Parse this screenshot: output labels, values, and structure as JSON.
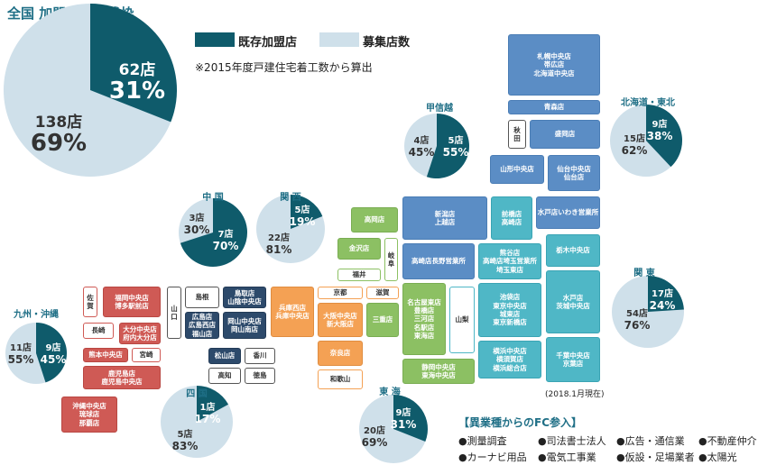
{
  "title": "全国 加盟店数と残枠",
  "colors": {
    "existing": "#0f5b6b",
    "recruit": "#cfe0ea",
    "accent": "#1f6f86"
  },
  "legend": {
    "existing": "既存加盟店",
    "recruit": "募集店数"
  },
  "note": "※2015年度戸建住宅着工数から算出",
  "date_note": "(2018.1月現在)",
  "regions": {
    "national": {
      "name": "",
      "existing": "62店",
      "existing_pct": "31%",
      "recruit": "138店",
      "recruit_pct": "69%",
      "value": 31
    },
    "koshinetsu": {
      "name": "甲信越",
      "existing": "5店",
      "existing_pct": "55%",
      "recruit": "4店",
      "recruit_pct": "45%",
      "value": 55
    },
    "hokkaido": {
      "name": "北海道・東北",
      "existing": "9店",
      "existing_pct": "38%",
      "recruit": "15店",
      "recruit_pct": "62%",
      "value": 38
    },
    "chugoku": {
      "name": "中 国",
      "existing": "7店",
      "existing_pct": "70%",
      "recruit": "3店",
      "recruit_pct": "30%",
      "value": 70
    },
    "kansai": {
      "name": "関 西",
      "existing": "5店",
      "existing_pct": "19%",
      "recruit": "22店",
      "recruit_pct": "81%",
      "value": 19
    },
    "kanto": {
      "name": "関 東",
      "existing": "17店",
      "existing_pct": "24%",
      "recruit": "54店",
      "recruit_pct": "76%",
      "value": 24
    },
    "kyushu": {
      "name": "九州・沖縄",
      "existing": "9店",
      "existing_pct": "45%",
      "recruit": "11店",
      "recruit_pct": "55%",
      "value": 45
    },
    "shikoku": {
      "name": "四 国",
      "existing": "1店",
      "existing_pct": "17%",
      "recruit": "5店",
      "recruit_pct": "83%",
      "value": 17
    },
    "tokai": {
      "name": "東 海",
      "existing": "9店",
      "existing_pct": "31%",
      "recruit": "20店",
      "recruit_pct": "69%",
      "value": 31
    }
  },
  "shops": {
    "sapporo": "札幌中央店\n帯広店\n北海道中央店",
    "aomori": "青森店",
    "akita": "秋\n田",
    "morioka": "盛岡店",
    "yamagata": "山形中央店",
    "sendai": "仙台中央店\n仙台店",
    "niigata": "新潟店\n上越店",
    "maebashi": "前橋店\n高崎店",
    "mito_iwaki": "水戸店いわき営業所",
    "takaoka": "高岡店",
    "kanazawa": "金沢店",
    "gifu": "岐\n阜",
    "fukui": "福井",
    "nagano": "高崎店長野営業所",
    "kumagaya": "熊谷店\n高崎店埼玉営業所\n埼玉東店",
    "tochigi": "栃木中央店",
    "kyoto": "京都",
    "shiga": "滋賀",
    "osaka": "大阪中央店\n新大阪店",
    "mie": "三重店",
    "nagoya": "名古屋東店\n豊橋店\n三河店\n名駅店\n東海店",
    "yamanashi": "山梨",
    "ikebukuro": "池袋店\n東京中央店\n城東店\n東京新橋店",
    "mito": "水戸店\n茨城中央店",
    "nara": "奈良店",
    "wakayama": "和歌山",
    "shizuoka": "静岡中央店\n東海中央店",
    "yokohama": "横浜中央店\n横須賀店\n横浜総合店",
    "chiba": "千葉中央店\n京葉店",
    "hyogo": "兵庫西店\n兵庫中央店",
    "tottori": "鳥取店\n山陰中央店",
    "shimane": "島根",
    "hiroshima": "広島店\n広島西店\n福山店",
    "okayama": "岡山中央店\n岡山南店",
    "yamaguchi": "山\n口",
    "matsuyama": "松山店",
    "kagawa": "香川",
    "kochi": "高知",
    "tokushima": "徳島",
    "saga": "佐\n賀",
    "fukuoka": "福岡中央店\n博多駅前店",
    "nagasaki": "長崎",
    "oita": "大分中央店\n府内大分店",
    "kumamoto": "熊本中央店",
    "miyazaki": "宮崎",
    "kagoshima": "鹿児島店\n鹿児島中央店",
    "okinawa": "沖縄中央店\n琉球店\n那覇店"
  },
  "fc": {
    "title": "【異業種からのFC参入】",
    "items": [
      "●測量調査",
      "●司法書士法人",
      "●広告・通信業",
      "●不動産仲介",
      "●カーナビ用品",
      "●電気工事業",
      "●仮設・足場業者",
      "●太陽光"
    ]
  }
}
